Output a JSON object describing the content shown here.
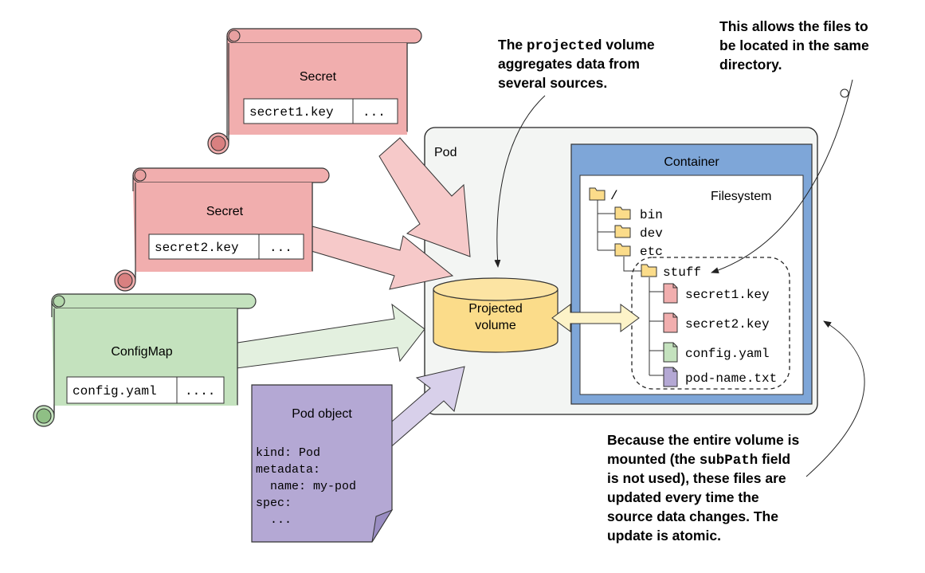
{
  "annotations": {
    "projected_line1": "The",
    "projected_code": "projected",
    "projected_word": "volume",
    "projected_line2": "aggregates data from",
    "projected_line3": "several sources.",
    "same_dir_line1": "This allows the files to",
    "same_dir_line2": "be located in the same",
    "same_dir_line3": "directory.",
    "atomic_line1": "Because the entire volume is",
    "atomic_line2a": "mounted (the",
    "atomic_code": "subPath",
    "atomic_line2b": "field",
    "atomic_line3": "is not used), these files are",
    "atomic_line4": "updated every time the",
    "atomic_line5": "source data changes. The",
    "atomic_line6": "update is atomic."
  },
  "sources": {
    "secret1": {
      "title": "Secret",
      "key": "secret1.key",
      "more": "...",
      "color": "#f1aeae"
    },
    "secret2": {
      "title": "Secret",
      "key": "secret2.key",
      "more": "...",
      "color": "#f1aeae"
    },
    "configmap": {
      "title": "ConfigMap",
      "key": "config.yaml",
      "more": "....",
      "color": "#c4e2be"
    },
    "pod_object": {
      "title": "Pod object",
      "lines": [
        "kind: Pod",
        "metadata:",
        "  name: my-pod",
        "spec:",
        "  ..."
      ],
      "color": "#b4a8d4"
    }
  },
  "pod": {
    "label": "Pod"
  },
  "volume": {
    "line1": "Projected",
    "line2": "volume",
    "color": "#fbdc8a"
  },
  "container": {
    "label": "Container",
    "filesystem_label": "Filesystem",
    "color": "#7ea6d8",
    "tree": {
      "root": "/",
      "dirs": [
        "bin",
        "dev",
        "etc"
      ],
      "stuff": "stuff",
      "files": [
        {
          "name": "secret1.key",
          "color": "#f1aeae"
        },
        {
          "name": "secret2.key",
          "color": "#f1aeae"
        },
        {
          "name": "config.yaml",
          "color": "#c4e2be"
        },
        {
          "name": "pod-name.txt",
          "color": "#b4a8d4"
        }
      ]
    }
  }
}
